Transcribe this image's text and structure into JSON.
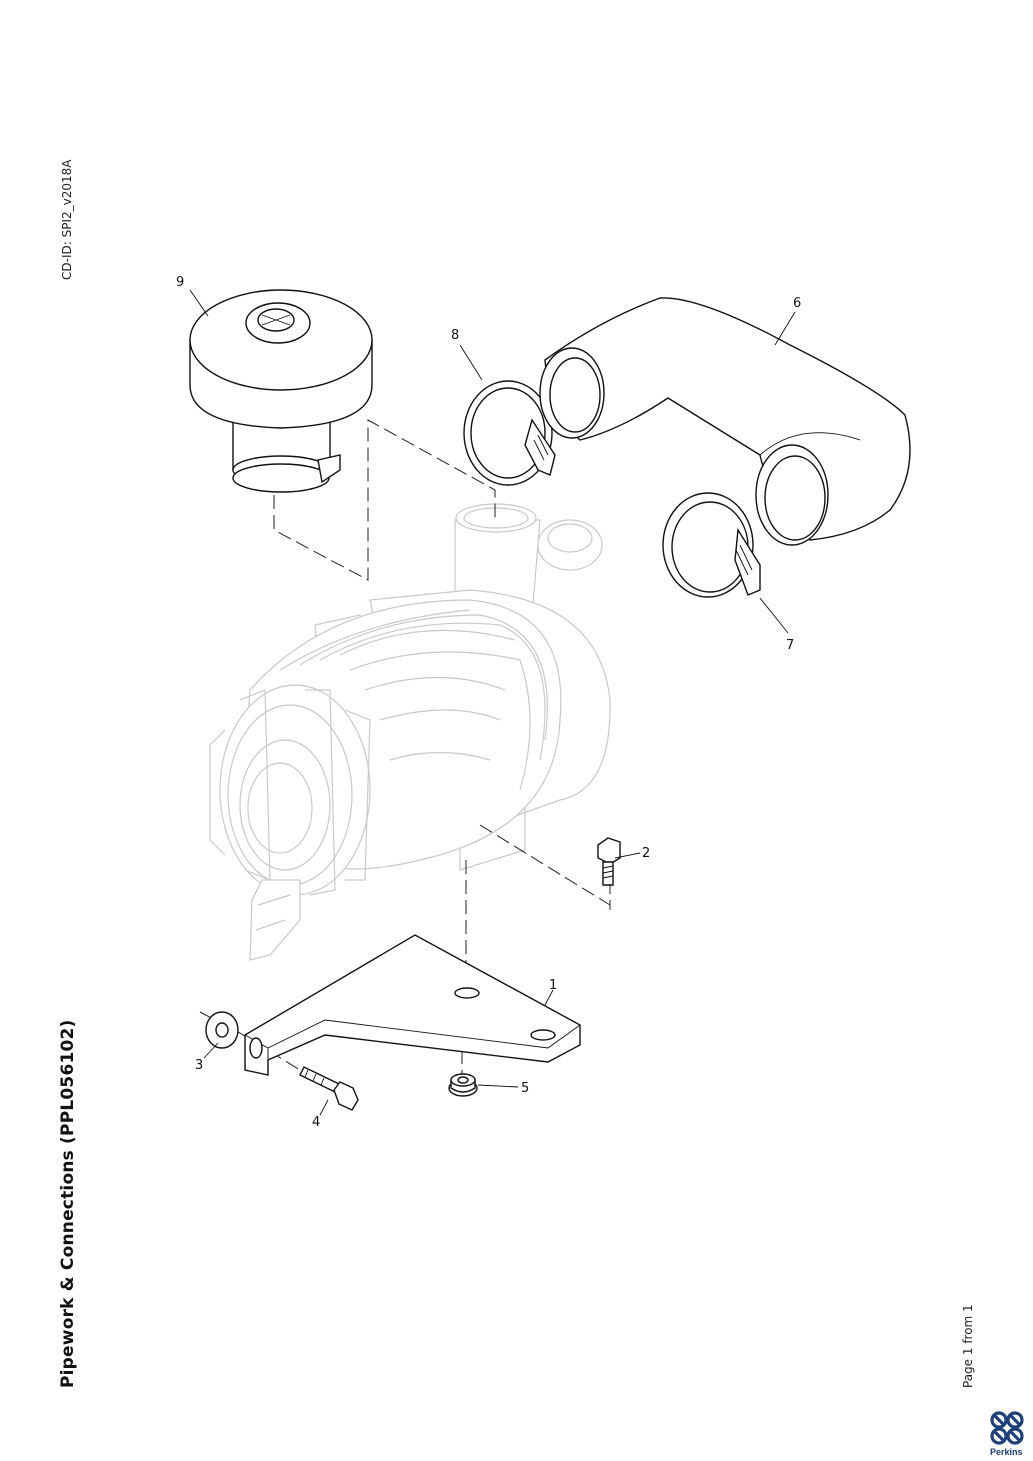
{
  "document": {
    "title": "Pipework & Connections (PPL056102)",
    "cd_id": "CD-ID: SPI2_v2018A",
    "page": "Page 1 from 1",
    "logo_text": "Perkins"
  },
  "callouts": [
    "1",
    "2",
    "3",
    "4",
    "5",
    "6",
    "7",
    "8",
    "9"
  ]
}
